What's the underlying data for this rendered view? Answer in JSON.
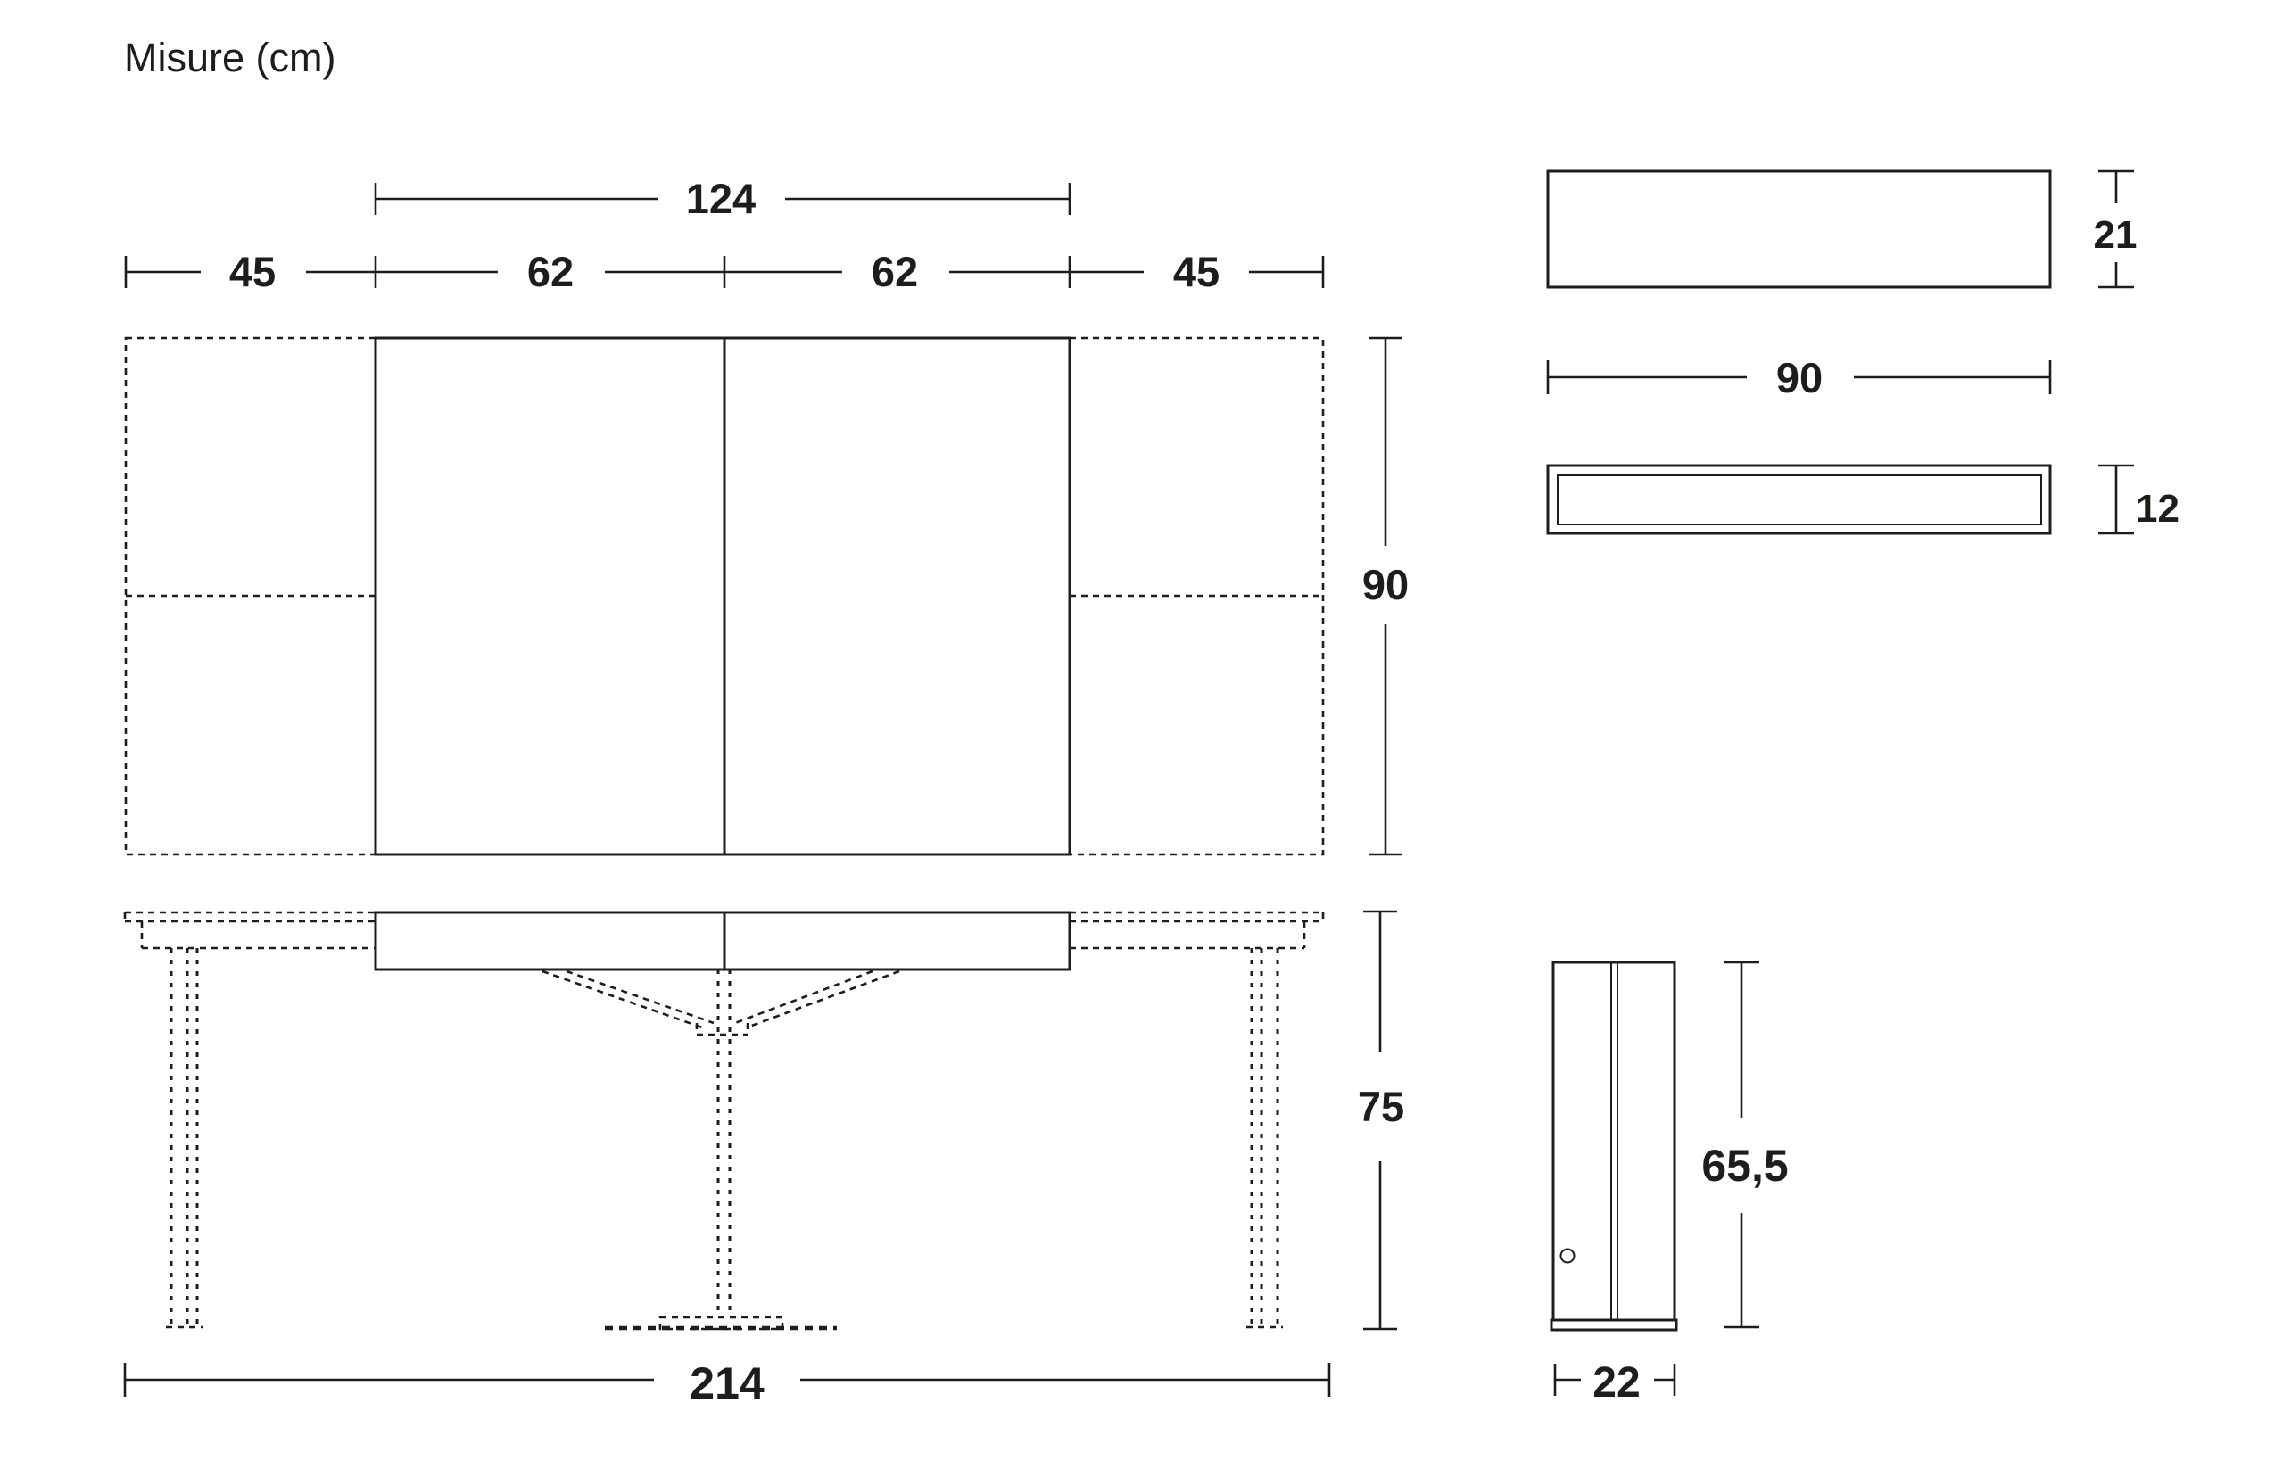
{
  "title": "Misure (cm)",
  "units": "cm",
  "colors": {
    "ink": "#1d1d1b",
    "background": "#ffffff"
  },
  "plan_view": {
    "inner_top_width": "124",
    "segments": [
      "45",
      "62",
      "62",
      "45"
    ],
    "depth": "90"
  },
  "front_view": {
    "height": "75",
    "total_width": "214"
  },
  "top_panel_view": {
    "thickness": "21",
    "width": "90"
  },
  "leaf_panel_view": {
    "thickness": "12"
  },
  "leg_view": {
    "height": "65,5",
    "width": "22"
  }
}
